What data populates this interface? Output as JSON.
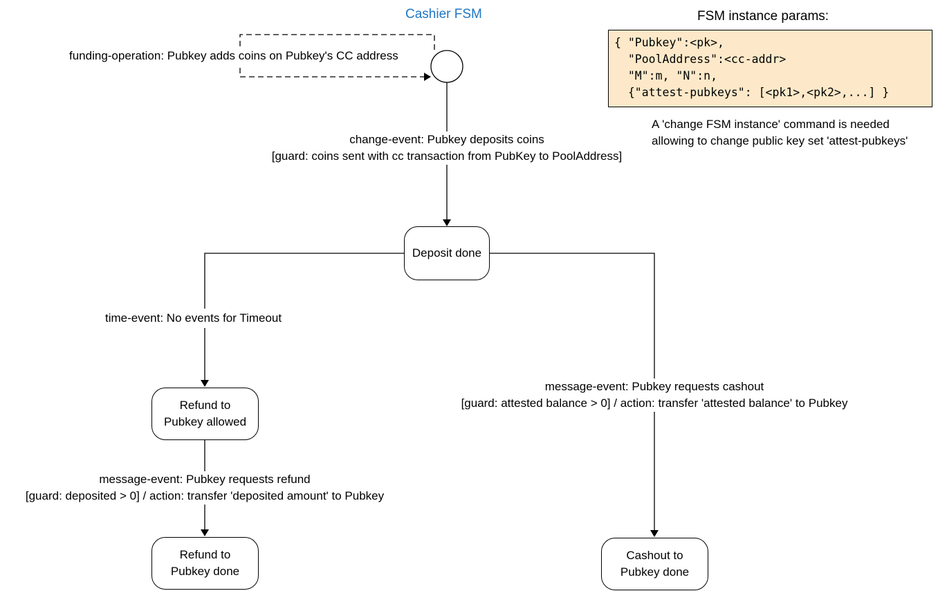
{
  "title": "Cashier FSM",
  "params_header": "FSM instance params:",
  "params_lines": [
    "{ \"Pubkey\":<pk>,",
    "  \"PoolAddress\":<cc-addr>",
    "  \"M\":m, \"N\":n,",
    "  {\"attest-pubkeys\": [<pk1>,<pk2>,...] }"
  ],
  "note": [
    "A 'change FSM instance' command is needed",
    "allowing to change public key set 'attest-pubkeys'"
  ],
  "transitions": {
    "funding": "funding-operation: Pubkey adds coins on Pubkey's CC address",
    "change_event": [
      "change-event: Pubkey deposits coins",
      "[guard: coins sent with cc transaction from PubKey to PoolAddress]"
    ],
    "time_event": "time-event: No events for Timeout",
    "refund_msg": [
      "message-event: Pubkey requests refund",
      "[guard: deposited > 0] / action: transfer 'deposited amount' to Pubkey"
    ],
    "cashout_msg": [
      "message-event: Pubkey requests cashout",
      "[guard: attested balance > 0] / action: transfer 'attested balance' to Pubkey"
    ]
  },
  "states": {
    "deposit_done": "Deposit done",
    "refund_allowed": [
      "Refund to",
      "Pubkey allowed"
    ],
    "refund_done": [
      "Refund to",
      "Pubkey done"
    ],
    "cashout_done": [
      "Cashout to",
      "Pubkey done"
    ]
  },
  "colors": {
    "title": "#1f77c4",
    "params_bg": "#fde9c9"
  }
}
